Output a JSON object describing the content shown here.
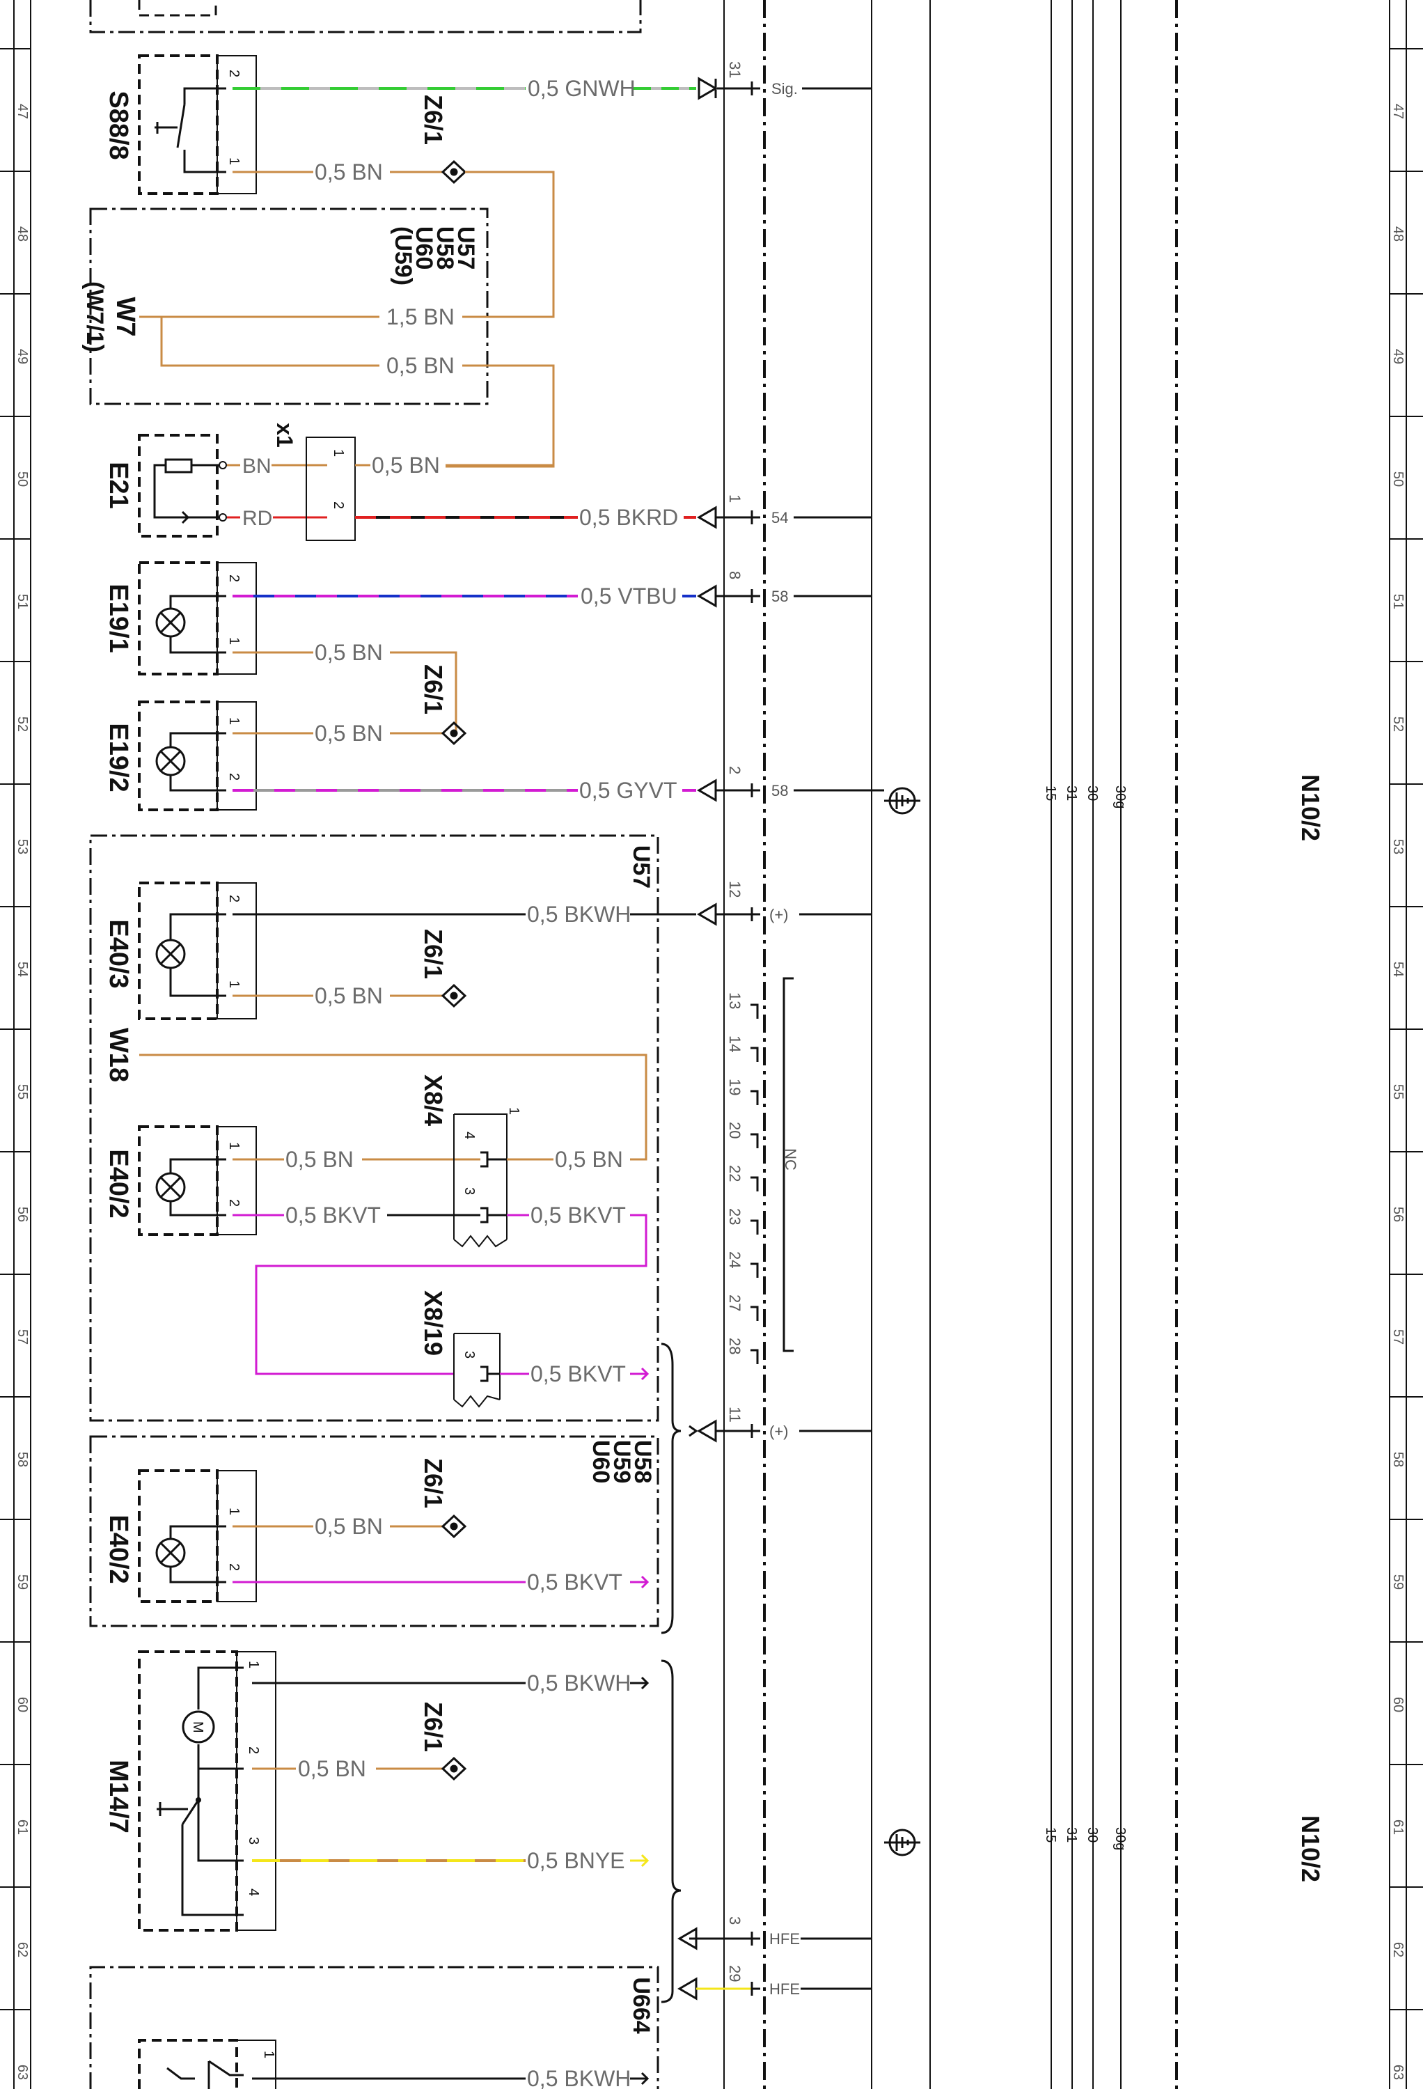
{
  "colors": {
    "BN": "#c98b45",
    "GN": "#33cc33",
    "WH": "#bdbdbd",
    "RD": "#e02020",
    "BK": "#111111",
    "VT": "#d21bd2",
    "BU": "#1530c8",
    "GY": "#9a9a9a",
    "YE": "#f4e61a",
    "line": "#111111"
  },
  "grid_rows": [
    "47",
    "48",
    "49",
    "50",
    "51",
    "52",
    "53",
    "54",
    "55",
    "56",
    "57",
    "58",
    "59",
    "60",
    "61",
    "62",
    "63"
  ],
  "components": {
    "S88_8": "S88/8",
    "W7": "W7",
    "W7_1": "(W7/1)",
    "E21": "E21",
    "E19_1": "E19/1",
    "E19_2": "E19/2",
    "E40_3": "E40/3",
    "W18": "W18",
    "E40_2a": "E40/2",
    "E40_2b": "E40/2",
    "M14_7": "M14/7",
    "X8_4": "X8/4",
    "X8_19": "X8/19",
    "x1": "x1",
    "Z6_1": "Z6/1"
  },
  "groups": {
    "u57_u60_u59": [
      "U57",
      "U58",
      "U60",
      "(U59)"
    ],
    "u57": "U57",
    "u58_u59_u60": [
      "U58",
      "U59",
      "U60"
    ],
    "u664": "U664",
    "n10_2": "N10/2"
  },
  "wires": {
    "s88_pin2": "0,5 GNWH",
    "s88_pin1": "0,5 BN",
    "w7_top": "1,5 BN",
    "w7_bottom": "0,5 BN",
    "e21_bn": "BN",
    "e21_rd": "RD",
    "x1_out_bn": "0,5 BN",
    "bkrd": "0,5 BKRD",
    "vtbu": "0,5 VTBU",
    "e19_1_bn": "0,5 BN",
    "e19_2_bn": "0,5 BN",
    "gyvt": "0,5 GYVT",
    "bkwh_53": "0,5 BKWH",
    "e40_3_bn": "0,5 BN",
    "e40_2_bn_in": "0,5 BN",
    "e40_2_bn_out": "0,5 BN",
    "e40_2_bkvt_in": "0,5 BKVT",
    "e40_2_bkvt_out": "0,5 BKVT",
    "x8_19_bkvt": "0,5 BKVT",
    "e40_2b_bn": "0,5 BN",
    "e40_2b_bkvt": "0,5 BKVT",
    "m14_bkwh": "0,5 BKWH",
    "m14_bn": "0,5 BN",
    "m14_bnye": "0,5 BNYE",
    "u664_bkwh": "0,5 BKWH"
  },
  "terminals": {
    "sig": "Sig.",
    "t54": "54",
    "t58a": "58",
    "t58b": "58",
    "plus_a": "(+)",
    "plus_b": "(+)",
    "nc": "NC",
    "hfe_a": "HFE",
    "hfe_b": "HFE"
  },
  "connector_pins": {
    "p31": "31",
    "p1": "1",
    "p8": "8",
    "p2": "2",
    "p12": "12",
    "nc_pins": [
      "13",
      "14",
      "19",
      "20",
      "22",
      "23",
      "24",
      "27",
      "28"
    ],
    "p11": "11",
    "p3": "3",
    "p29": "29"
  },
  "component_pins": {
    "one": "1",
    "two": "2",
    "three": "3",
    "four": "4"
  },
  "bus_labels": [
    "15",
    "31",
    "30",
    "30g"
  ],
  "motor_symbol": "M"
}
